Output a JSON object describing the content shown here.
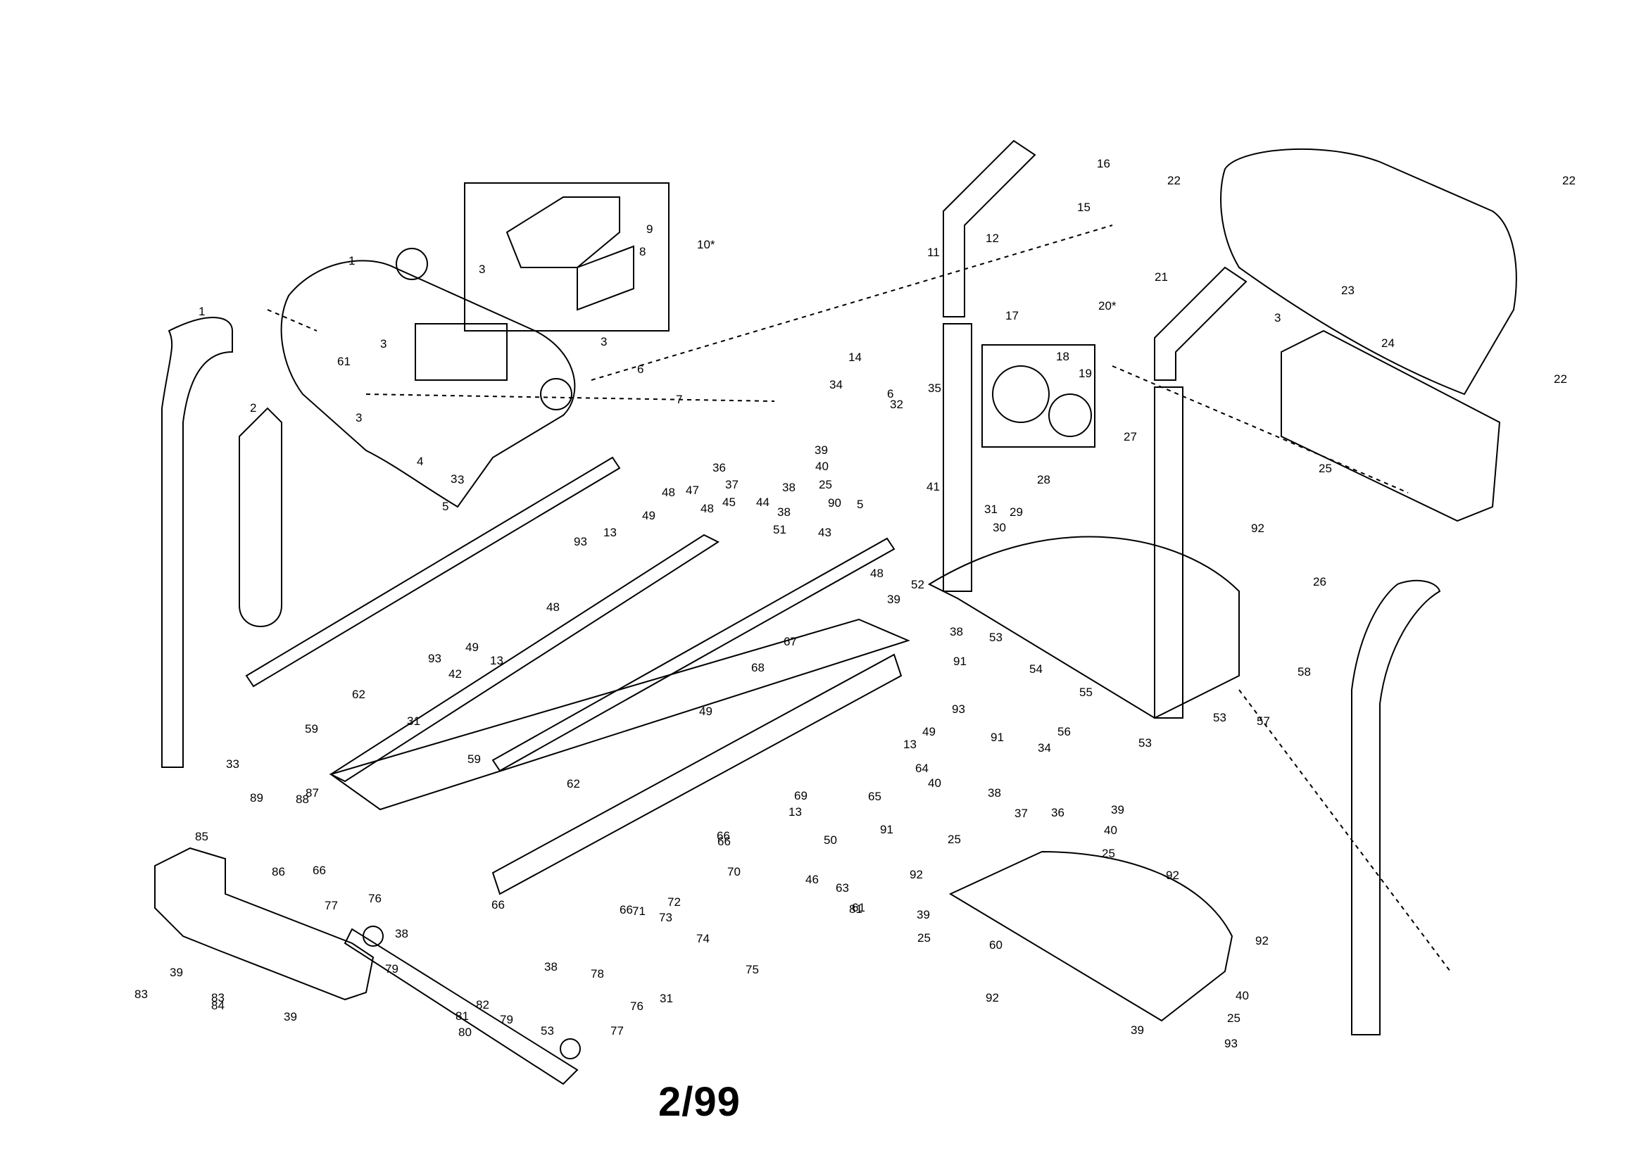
{
  "footer": "2/99",
  "labels": [
    {
      "t": "1"
    },
    {
      "t": "2"
    },
    {
      "t": "3"
    },
    {
      "t": "3"
    },
    {
      "t": "3"
    },
    {
      "t": "3"
    },
    {
      "t": "3"
    },
    {
      "t": "3"
    },
    {
      "t": "3"
    },
    {
      "t": "4"
    },
    {
      "t": "5"
    },
    {
      "t": "5"
    },
    {
      "t": "6"
    },
    {
      "t": "6"
    },
    {
      "t": "7"
    },
    {
      "t": "8"
    },
    {
      "t": "9"
    },
    {
      "t": "10*"
    },
    {
      "t": "11"
    },
    {
      "t": "12"
    },
    {
      "t": "13"
    },
    {
      "t": "13"
    },
    {
      "t": "13"
    },
    {
      "t": "13"
    },
    {
      "t": "14"
    },
    {
      "t": "15"
    },
    {
      "t": "16"
    },
    {
      "t": "17"
    },
    {
      "t": "18"
    },
    {
      "t": "19"
    },
    {
      "t": "20*"
    },
    {
      "t": "21"
    },
    {
      "t": "22"
    },
    {
      "t": "22"
    },
    {
      "t": "22"
    },
    {
      "t": "23"
    },
    {
      "t": "24"
    },
    {
      "t": "25"
    },
    {
      "t": "25"
    },
    {
      "t": "25"
    },
    {
      "t": "25"
    },
    {
      "t": "25"
    },
    {
      "t": "25"
    },
    {
      "t": "26"
    },
    {
      "t": "27"
    },
    {
      "t": "28"
    },
    {
      "t": "29"
    },
    {
      "t": "30"
    },
    {
      "t": "31"
    },
    {
      "t": "31"
    },
    {
      "t": "31"
    },
    {
      "t": "32"
    },
    {
      "t": "33"
    },
    {
      "t": "34"
    },
    {
      "t": "34"
    },
    {
      "t": "35"
    },
    {
      "t": "36"
    },
    {
      "t": "36"
    },
    {
      "t": "37"
    },
    {
      "t": "37"
    },
    {
      "t": "38"
    },
    {
      "t": "38"
    },
    {
      "t": "38"
    },
    {
      "t": "38"
    },
    {
      "t": "38"
    },
    {
      "t": "38"
    },
    {
      "t": "39"
    },
    {
      "t": "39"
    },
    {
      "t": "39"
    },
    {
      "t": "39"
    },
    {
      "t": "39"
    },
    {
      "t": "39"
    },
    {
      "t": "39"
    },
    {
      "t": "40"
    },
    {
      "t": "40"
    },
    {
      "t": "40"
    },
    {
      "t": "40"
    },
    {
      "t": "41"
    },
    {
      "t": "42"
    },
    {
      "t": "43"
    },
    {
      "t": "44"
    },
    {
      "t": "45"
    },
    {
      "t": "47"
    },
    {
      "t": "48"
    },
    {
      "t": "48"
    },
    {
      "t": "48"
    },
    {
      "t": "48"
    },
    {
      "t": "49"
    },
    {
      "t": "49"
    },
    {
      "t": "49"
    },
    {
      "t": "49"
    },
    {
      "t": "50"
    },
    {
      "t": "51"
    },
    {
      "t": "52"
    },
    {
      "t": "53"
    },
    {
      "t": "53"
    },
    {
      "t": "53"
    },
    {
      "t": "53"
    },
    {
      "t": "54"
    },
    {
      "t": "55"
    },
    {
      "t": "56"
    },
    {
      "t": "57"
    },
    {
      "t": "58"
    },
    {
      "t": "59"
    },
    {
      "t": "59"
    },
    {
      "t": "60"
    },
    {
      "t": "61"
    },
    {
      "t": "61"
    },
    {
      "t": "62"
    },
    {
      "t": "62"
    },
    {
      "t": "63"
    },
    {
      "t": "64"
    },
    {
      "t": "65"
    },
    {
      "t": "66"
    },
    {
      "t": "66"
    },
    {
      "t": "66"
    },
    {
      "t": "66"
    },
    {
      "t": "66"
    },
    {
      "t": "67"
    },
    {
      "t": "68"
    },
    {
      "t": "69"
    },
    {
      "t": "70"
    },
    {
      "t": "71"
    },
    {
      "t": "72"
    },
    {
      "t": "73"
    },
    {
      "t": "74"
    },
    {
      "t": "75"
    },
    {
      "t": "76"
    },
    {
      "t": "76"
    },
    {
      "t": "77"
    },
    {
      "t": "77"
    },
    {
      "t": "78"
    },
    {
      "t": "79"
    },
    {
      "t": "79"
    },
    {
      "t": "80"
    },
    {
      "t": "81"
    },
    {
      "t": "81"
    },
    {
      "t": "82"
    },
    {
      "t": "83"
    },
    {
      "t": "83"
    },
    {
      "t": "84"
    },
    {
      "t": "85"
    },
    {
      "t": "86"
    },
    {
      "t": "87"
    },
    {
      "t": "88"
    },
    {
      "t": "89"
    },
    {
      "t": "90"
    },
    {
      "t": "91"
    },
    {
      "t": "91"
    },
    {
      "t": "91"
    },
    {
      "t": "92"
    },
    {
      "t": "92"
    },
    {
      "t": "92"
    },
    {
      "t": "92"
    },
    {
      "t": "92"
    },
    {
      "t": "93"
    },
    {
      "t": "93"
    },
    {
      "t": "93"
    },
    {
      "t": "93"
    },
    {
      "t": "46"
    },
    {
      "t": "1"
    }
  ]
}
